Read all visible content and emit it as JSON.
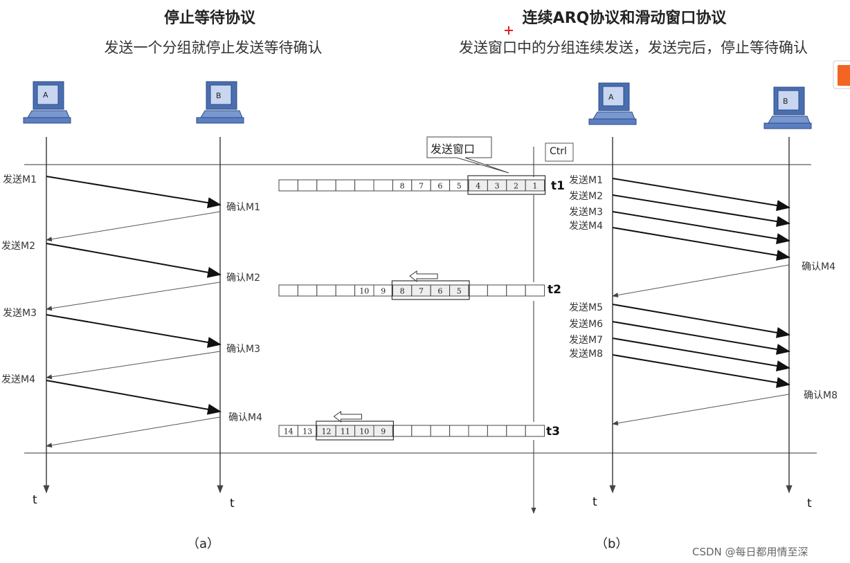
{
  "left": {
    "title": "停止等待协议",
    "subtitle": "发送一个分组就停止发送等待确认",
    "host_a": "A",
    "host_b": "B",
    "send_labels": [
      "发送M1",
      "发送M2",
      "发送M3",
      "发送M4"
    ],
    "ack_labels": [
      "确认M1",
      "确认M2",
      "确认M3",
      "确认M4"
    ],
    "time_label": "t",
    "caption": "（a）"
  },
  "right": {
    "title": "连续ARQ协议和滑动窗口协议",
    "subtitle": "发送窗口中的分组连续发送，发送完后，停止等待确认",
    "host_a": "A",
    "host_b": "B",
    "send_labels": [
      "发送M1",
      "发送M2",
      "发送M3",
      "发送M4",
      "发送M5",
      "发送M6",
      "发送M7",
      "发送M8"
    ],
    "ack_labels": [
      "确认M4",
      "确认M8"
    ],
    "time_label": "t",
    "caption": "（b）"
  },
  "window": {
    "callout": "发送窗口",
    "ctrl": "Ctrl",
    "strips": [
      {
        "time": "t1",
        "cells": [
          "",
          "",
          "",
          "",
          "",
          "",
          "8",
          "7",
          "6",
          "5",
          "4",
          "3",
          "2",
          "1"
        ],
        "window_start": 10,
        "window_size": 4,
        "arrow": false
      },
      {
        "time": "t2",
        "cells": [
          "",
          "",
          "",
          "",
          "10",
          "9",
          "8",
          "7",
          "6",
          "5",
          "",
          "",
          "",
          ""
        ],
        "window_start": 6,
        "window_size": 4,
        "arrow": true
      },
      {
        "time": "t3",
        "cells": [
          "14",
          "13",
          "12",
          "11",
          "10",
          "9",
          "",
          "",
          "",
          "",
          "",
          "",
          "",
          ""
        ],
        "window_start": 2,
        "window_size": 4,
        "arrow": true
      }
    ]
  },
  "watermark": "CSDN @每日都用情至深",
  "colors": {
    "host": "#5b7fc0",
    "cursor": "#e02020",
    "logo": "#f26522"
  }
}
